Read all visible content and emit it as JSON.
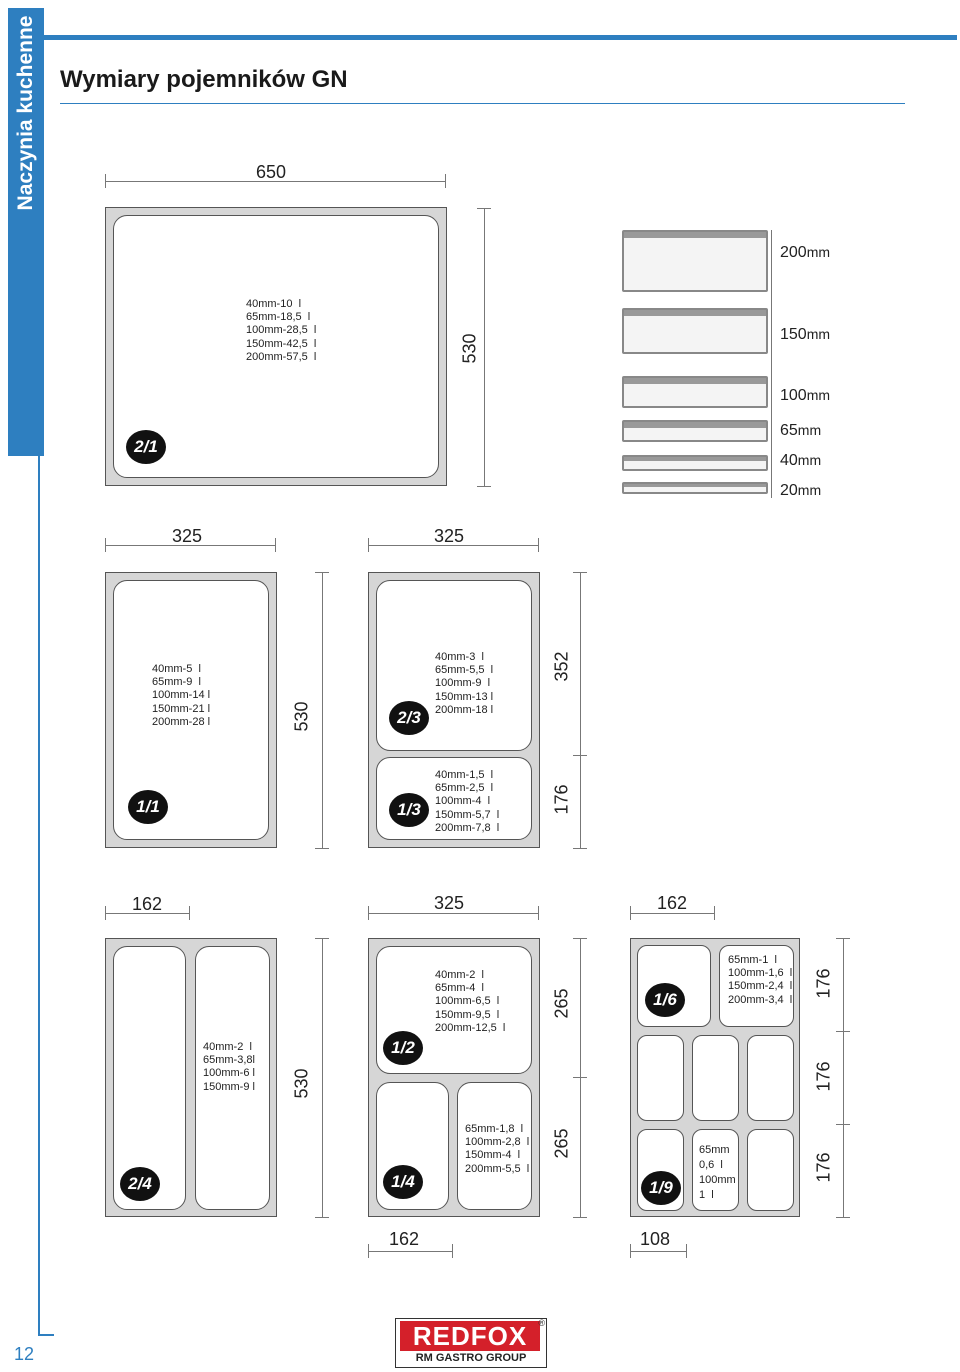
{
  "sidebar": {
    "label": "Naczynia kuchenne"
  },
  "header": {
    "title": "Wymiary pojemników GN"
  },
  "page_number": "12",
  "gn21": {
    "width": "650",
    "height": "530",
    "badge": "2/1",
    "specs": "40mm-10  l\n65mm-18,5  l\n100mm-28,5  l\n150mm-42,5  l\n200mm-57,5  l"
  },
  "depths": [
    {
      "value": "200",
      "unit": "mm"
    },
    {
      "value": "150",
      "unit": "mm"
    },
    {
      "value": "100",
      "unit": "mm"
    },
    {
      "value": "65",
      "unit": "mm"
    },
    {
      "value": "40",
      "unit": "mm"
    },
    {
      "value": "20",
      "unit": "mm"
    }
  ],
  "row2": {
    "width_left": "325",
    "width_right": "325",
    "height_left": "530",
    "height_right_top": "352",
    "height_right_bottom": "176",
    "gn11": {
      "badge": "1/1",
      "specs": "40mm-5  l\n65mm-9  l\n100mm-14 l\n150mm-21 l\n200mm-28 l"
    },
    "gn23": {
      "badge": "2/3",
      "specs": "40mm-3  l\n65mm-5,5  l\n100mm-9  l\n150mm-13 l\n200mm-18 l"
    },
    "gn13": {
      "badge": "1/3",
      "specs": "40mm-1,5  l\n65mm-2,5  l\n100mm-4  l\n150mm-5,7  l\n200mm-7,8  l"
    }
  },
  "row3": {
    "width_a": "162",
    "width_b": "325",
    "width_c": "162",
    "height_a": "530",
    "height_b_top": "265",
    "height_b_bottom": "265",
    "height_c_1": "176",
    "height_c_2": "176",
    "height_c_3": "176",
    "bottom_width_b": "162",
    "bottom_width_c": "108",
    "gn24": {
      "badge": "2/4",
      "specs": "40mm-2  l\n65mm-3,8l\n100mm-6 l\n150mm-9 l"
    },
    "gn12": {
      "badge": "1/2",
      "specs": "40mm-2  l\n65mm-4  l\n100mm-6,5  l\n150mm-9,5  l\n200mm-12,5  l"
    },
    "gn14": {
      "badge": "1/4",
      "specs": "65mm-1,8  l\n100mm-2,8  l\n150mm-4  l\n200mm-5,5  l"
    },
    "gn16": {
      "badge": "1/6",
      "specs": "65mm-1  l\n100mm-1,6  l\n150mm-2,4  l\n200mm-3,4  l"
    },
    "gn19": {
      "badge": "1/9",
      "specs": "65mm\n0,6  l\n100mm\n1  l"
    }
  },
  "logo": {
    "brand": "REDFOX",
    "sub": "RM GASTRO GROUP",
    "reg": "®"
  },
  "colors": {
    "accent": "#2e7fc0",
    "tray": "#d6d6d6",
    "badge": "#111111",
    "logo_red": "#d4202a"
  }
}
